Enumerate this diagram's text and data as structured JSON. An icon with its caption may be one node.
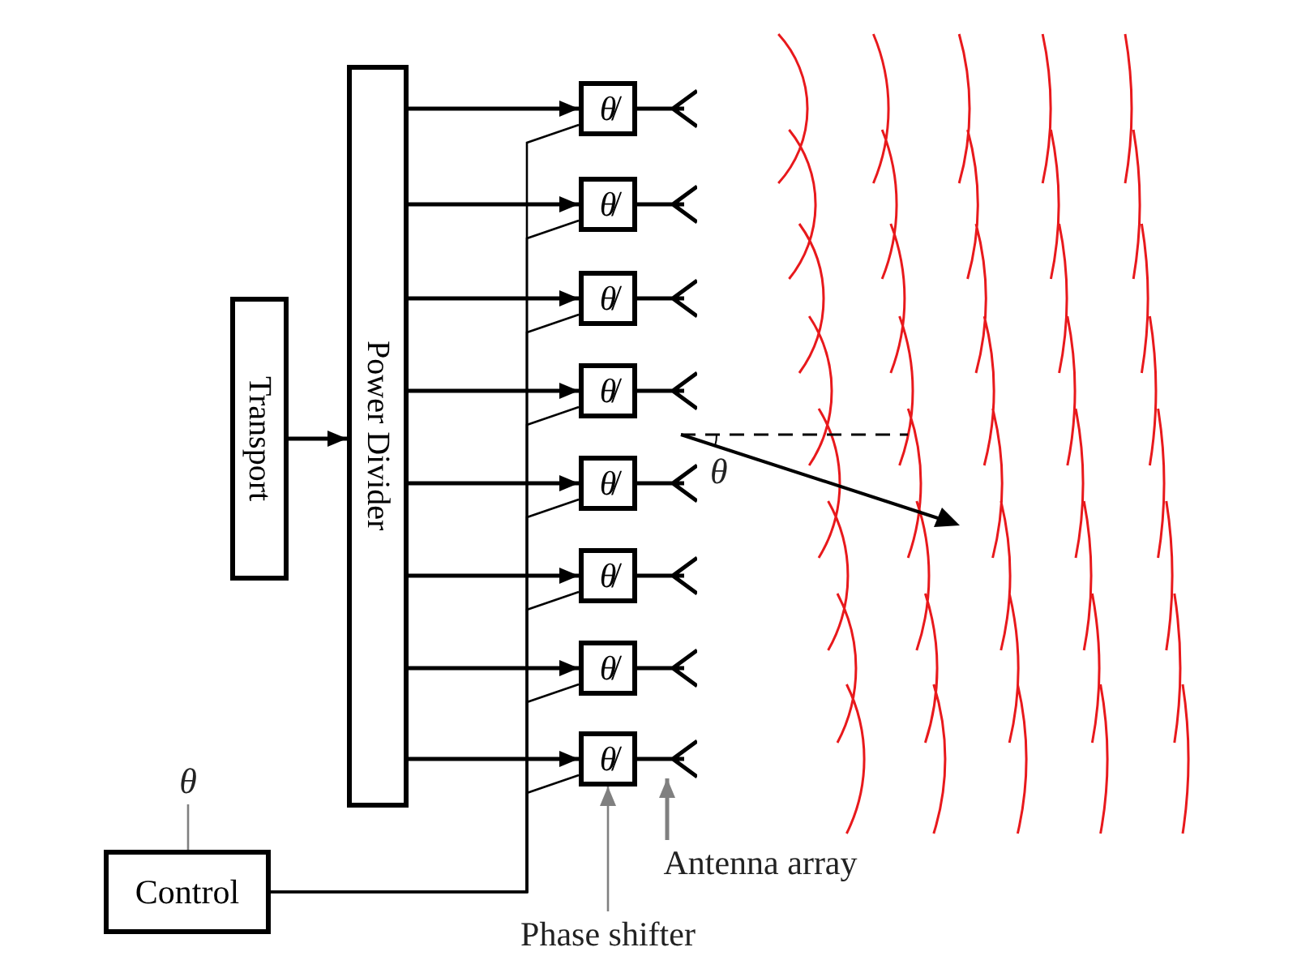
{
  "diagram": {
    "nodes": [
      {
        "text": [
          "Transport"
        ]
      },
      {
        "text": [
          "Power Divider"
        ]
      },
      {
        "text": [
          "θ̸"
        ]
      },
      {
        "text": [
          "θ̸"
        ]
      },
      {
        "text": [
          "θ̸"
        ]
      },
      {
        "text": [
          "θ̸"
        ]
      },
      {
        "text": [
          "θ̸"
        ]
      },
      {
        "text": [
          "θ̸"
        ]
      },
      {
        "text": [
          "θ̸"
        ]
      },
      {
        "text": [
          "θ̸"
        ]
      },
      {
        "text": [],
        "shape": "antenna"
      },
      {
        "text": [],
        "shape": "antenna"
      },
      {
        "text": [],
        "shape": "antenna"
      },
      {
        "text": [],
        "shape": "antenna"
      },
      {
        "text": [],
        "shape": "antenna"
      },
      {
        "text": [],
        "shape": "antenna"
      },
      {
        "text": [],
        "shape": "antenna"
      },
      {
        "text": [],
        "shape": "antenna"
      },
      {
        "text": [
          "θ"
        ]
      },
      {
        "text": [
          "Control"
        ]
      },
      {
        "text": [
          "Phase shifter"
        ]
      },
      {
        "text": [
          "Antenna array"
        ]
      }
    ],
    "edges": [
      {
        "from": 0,
        "to": 1,
        "arrow": "to"
      },
      {
        "from": 1,
        "to": 2,
        "arrow": "to"
      },
      {
        "from": 1,
        "to": 3,
        "arrow": "to"
      },
      {
        "from": 1,
        "to": 4,
        "arrow": "to"
      },
      {
        "from": 1,
        "to": 5,
        "arrow": "to"
      },
      {
        "from": 1,
        "to": 6,
        "arrow": "to"
      },
      {
        "from": 1,
        "to": 7,
        "arrow": "to"
      },
      {
        "from": 1,
        "to": 8,
        "arrow": "to"
      },
      {
        "from": 1,
        "to": 9,
        "arrow": "to"
      },
      {
        "from": 19,
        "to": 2,
        "arrow": "none"
      },
      {
        "from": 19,
        "to": 3,
        "arrow": "none"
      },
      {
        "from": 19,
        "to": 4,
        "arrow": "none"
      },
      {
        "from": 19,
        "to": 5,
        "arrow": "none"
      },
      {
        "from": 19,
        "to": 6,
        "arrow": "none"
      },
      {
        "from": 19,
        "to": 7,
        "arrow": "none"
      },
      {
        "from": 19,
        "to": 8,
        "arrow": "none"
      },
      {
        "from": 19,
        "to": 9,
        "arrow": "none"
      },
      {
        "from": 18,
        "to": 19,
        "arrow": "none",
        "color": "#808080"
      },
      {
        "from": 20,
        "to": 9,
        "arrow": "to",
        "color": "#808080"
      },
      {
        "from": 21,
        "to": 17,
        "arrow": "to",
        "color": "#808080"
      }
    ],
    "labels": [
      "θ"
    ]
  }
}
